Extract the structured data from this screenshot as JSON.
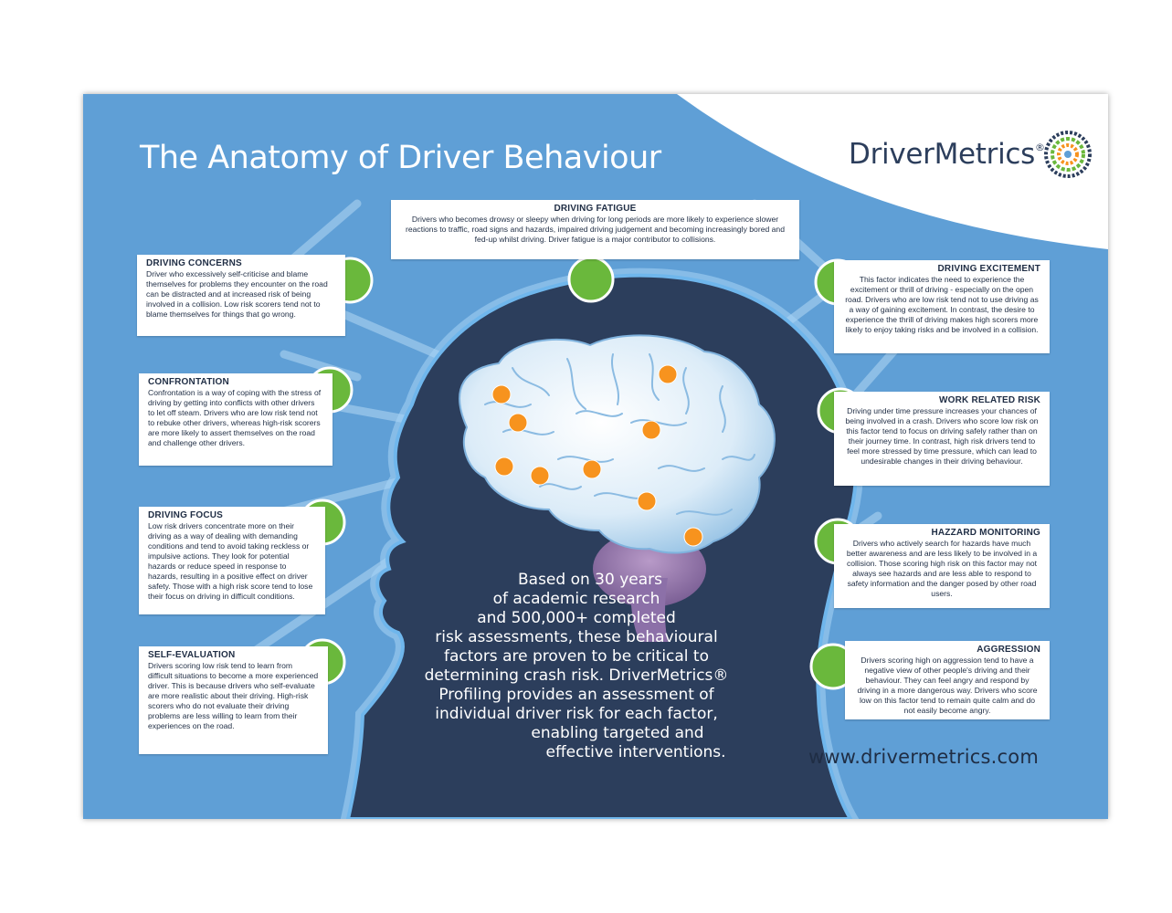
{
  "poster": {
    "title": "The Anatomy of Driver Behaviour",
    "brand": "DriverMetrics",
    "brand_mark": "®",
    "url": "www.drivermetrics.com",
    "center_text_lines": [
      "Based on 30 years",
      "of academic research",
      "and 500,000+ completed",
      "risk assessments, these behavioural",
      "factors are proven to be critical to",
      "determining crash risk. DriverMetrics®",
      "Profiling provides an assessment of",
      "individual driver risk for each factor,",
      "enabling targeted and",
      "effective interventions."
    ]
  },
  "colors": {
    "poster_bg": "#5f9fd6",
    "head": "#2c3e5c",
    "glow": "#a8d4f5",
    "marker_green": "#6ab83c",
    "marker_orange": "#f7931e",
    "text_dark": "#1f2d44"
  },
  "factors": [
    {
      "key": "driving-concerns",
      "title": "DRIVING CONCERNS",
      "text": "Driver who excessively self-criticise and blame themselves for problems they encounter on the road can be distracted and at increased risk of being involved in a collision. Low risk scorers tend not to blame themselves for things that go wrong."
    },
    {
      "key": "confrontation",
      "title": "CONFRONTATION",
      "text": "Confrontation is a way of coping with the stress of driving by getting into conflicts with other drivers to let off steam. Drivers who are low risk tend not to rebuke other drivers, whereas high-risk scorers are more likely to assert themselves on the road and challenge other drivers."
    },
    {
      "key": "driving-focus",
      "title": "DRIVING FOCUS",
      "text": "Low risk drivers concentrate more on their driving as a way of dealing with demanding conditions and tend to avoid taking reckless or impulsive actions. They look for potential hazards or reduce speed in response to hazards, resulting in a positive effect on driver safety. Those with a high risk score tend to lose their focus on driving in difficult conditions."
    },
    {
      "key": "self-evaluation",
      "title": "SELF-EVALUATION",
      "text": "Drivers scoring low risk tend to learn from difficult situations to become a more experienced driver. This is because drivers who self-evaluate are more realistic about their driving. High-risk scorers who do not evaluate their driving problems are less willing to learn from their experiences on the road."
    },
    {
      "key": "driving-fatigue",
      "title": "DRIVING FATIGUE",
      "text": "Drivers who becomes drowsy or sleepy when driving for long periods are more likely to experience slower reactions to traffic, road signs and hazards, impaired driving judgement and becoming increasingly bored and fed-up whilst driving. Driver fatigue is a major contributor to collisions."
    },
    {
      "key": "driving-excitement",
      "title": "DRIVING EXCITEMENT",
      "text": "This factor indicates the need to experience the excitement or thrill of driving - especially on the open road. Drivers who are low risk tend not to use driving as a way of gaining excitement. In contrast, the desire to experience the thrill of driving makes high scorers more likely to enjoy taking risks and be involved in a collision."
    },
    {
      "key": "work-related-risk",
      "title": "WORK RELATED RISK",
      "text": "Driving under time pressure increases your chances of being involved in a crash. Drivers who score low risk on this factor tend to focus on driving safely rather than on their journey time. In contrast, high risk drivers tend to feel more stressed by time pressure, which can lead to undesirable changes in their driving behaviour."
    },
    {
      "key": "hazard-monitoring",
      "title": "HAZZARD MONITORING",
      "text": "Drivers who actively search for hazards have much better awareness and are less likely to be involved in a collision. Those scoring high risk on this factor may not always see hazards and are less able to respond to safety information and the danger posed by other road users."
    },
    {
      "key": "aggression",
      "title": "AGGRESSION",
      "text": "Drivers scoring high on aggression tend to have a negative view of other people's driving and their behaviour. They can feel angry and respond by driving in a more dangerous way. Drivers who score low on this factor tend to remain quite calm and do not easily become angry."
    }
  ]
}
